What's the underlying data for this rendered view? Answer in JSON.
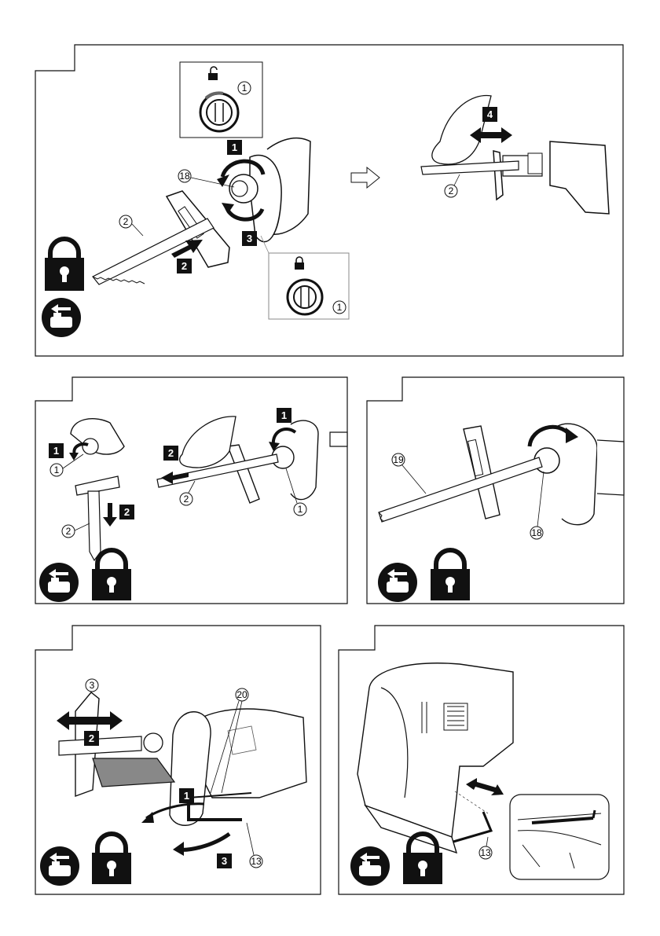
{
  "page": {
    "title": ""
  },
  "callouts": {
    "c1": "1",
    "c2": "2",
    "c3": "3",
    "c13": "13",
    "c18": "18",
    "c19": "19",
    "c20": "20"
  },
  "steps": {
    "s1": "1",
    "s2": "2",
    "s3": "3",
    "s4": "4"
  },
  "icons": [
    "lock-icon",
    "unlock-icon",
    "battery-removal-icon",
    "arrow-right-icon",
    "double-arrow-icon",
    "rotate-arrow-icon",
    "hand-icon",
    "blade-icon"
  ],
  "colors": {
    "outline": "#111111",
    "fill": "#ffffff",
    "step_box": "#111111",
    "shade": "#888888"
  }
}
